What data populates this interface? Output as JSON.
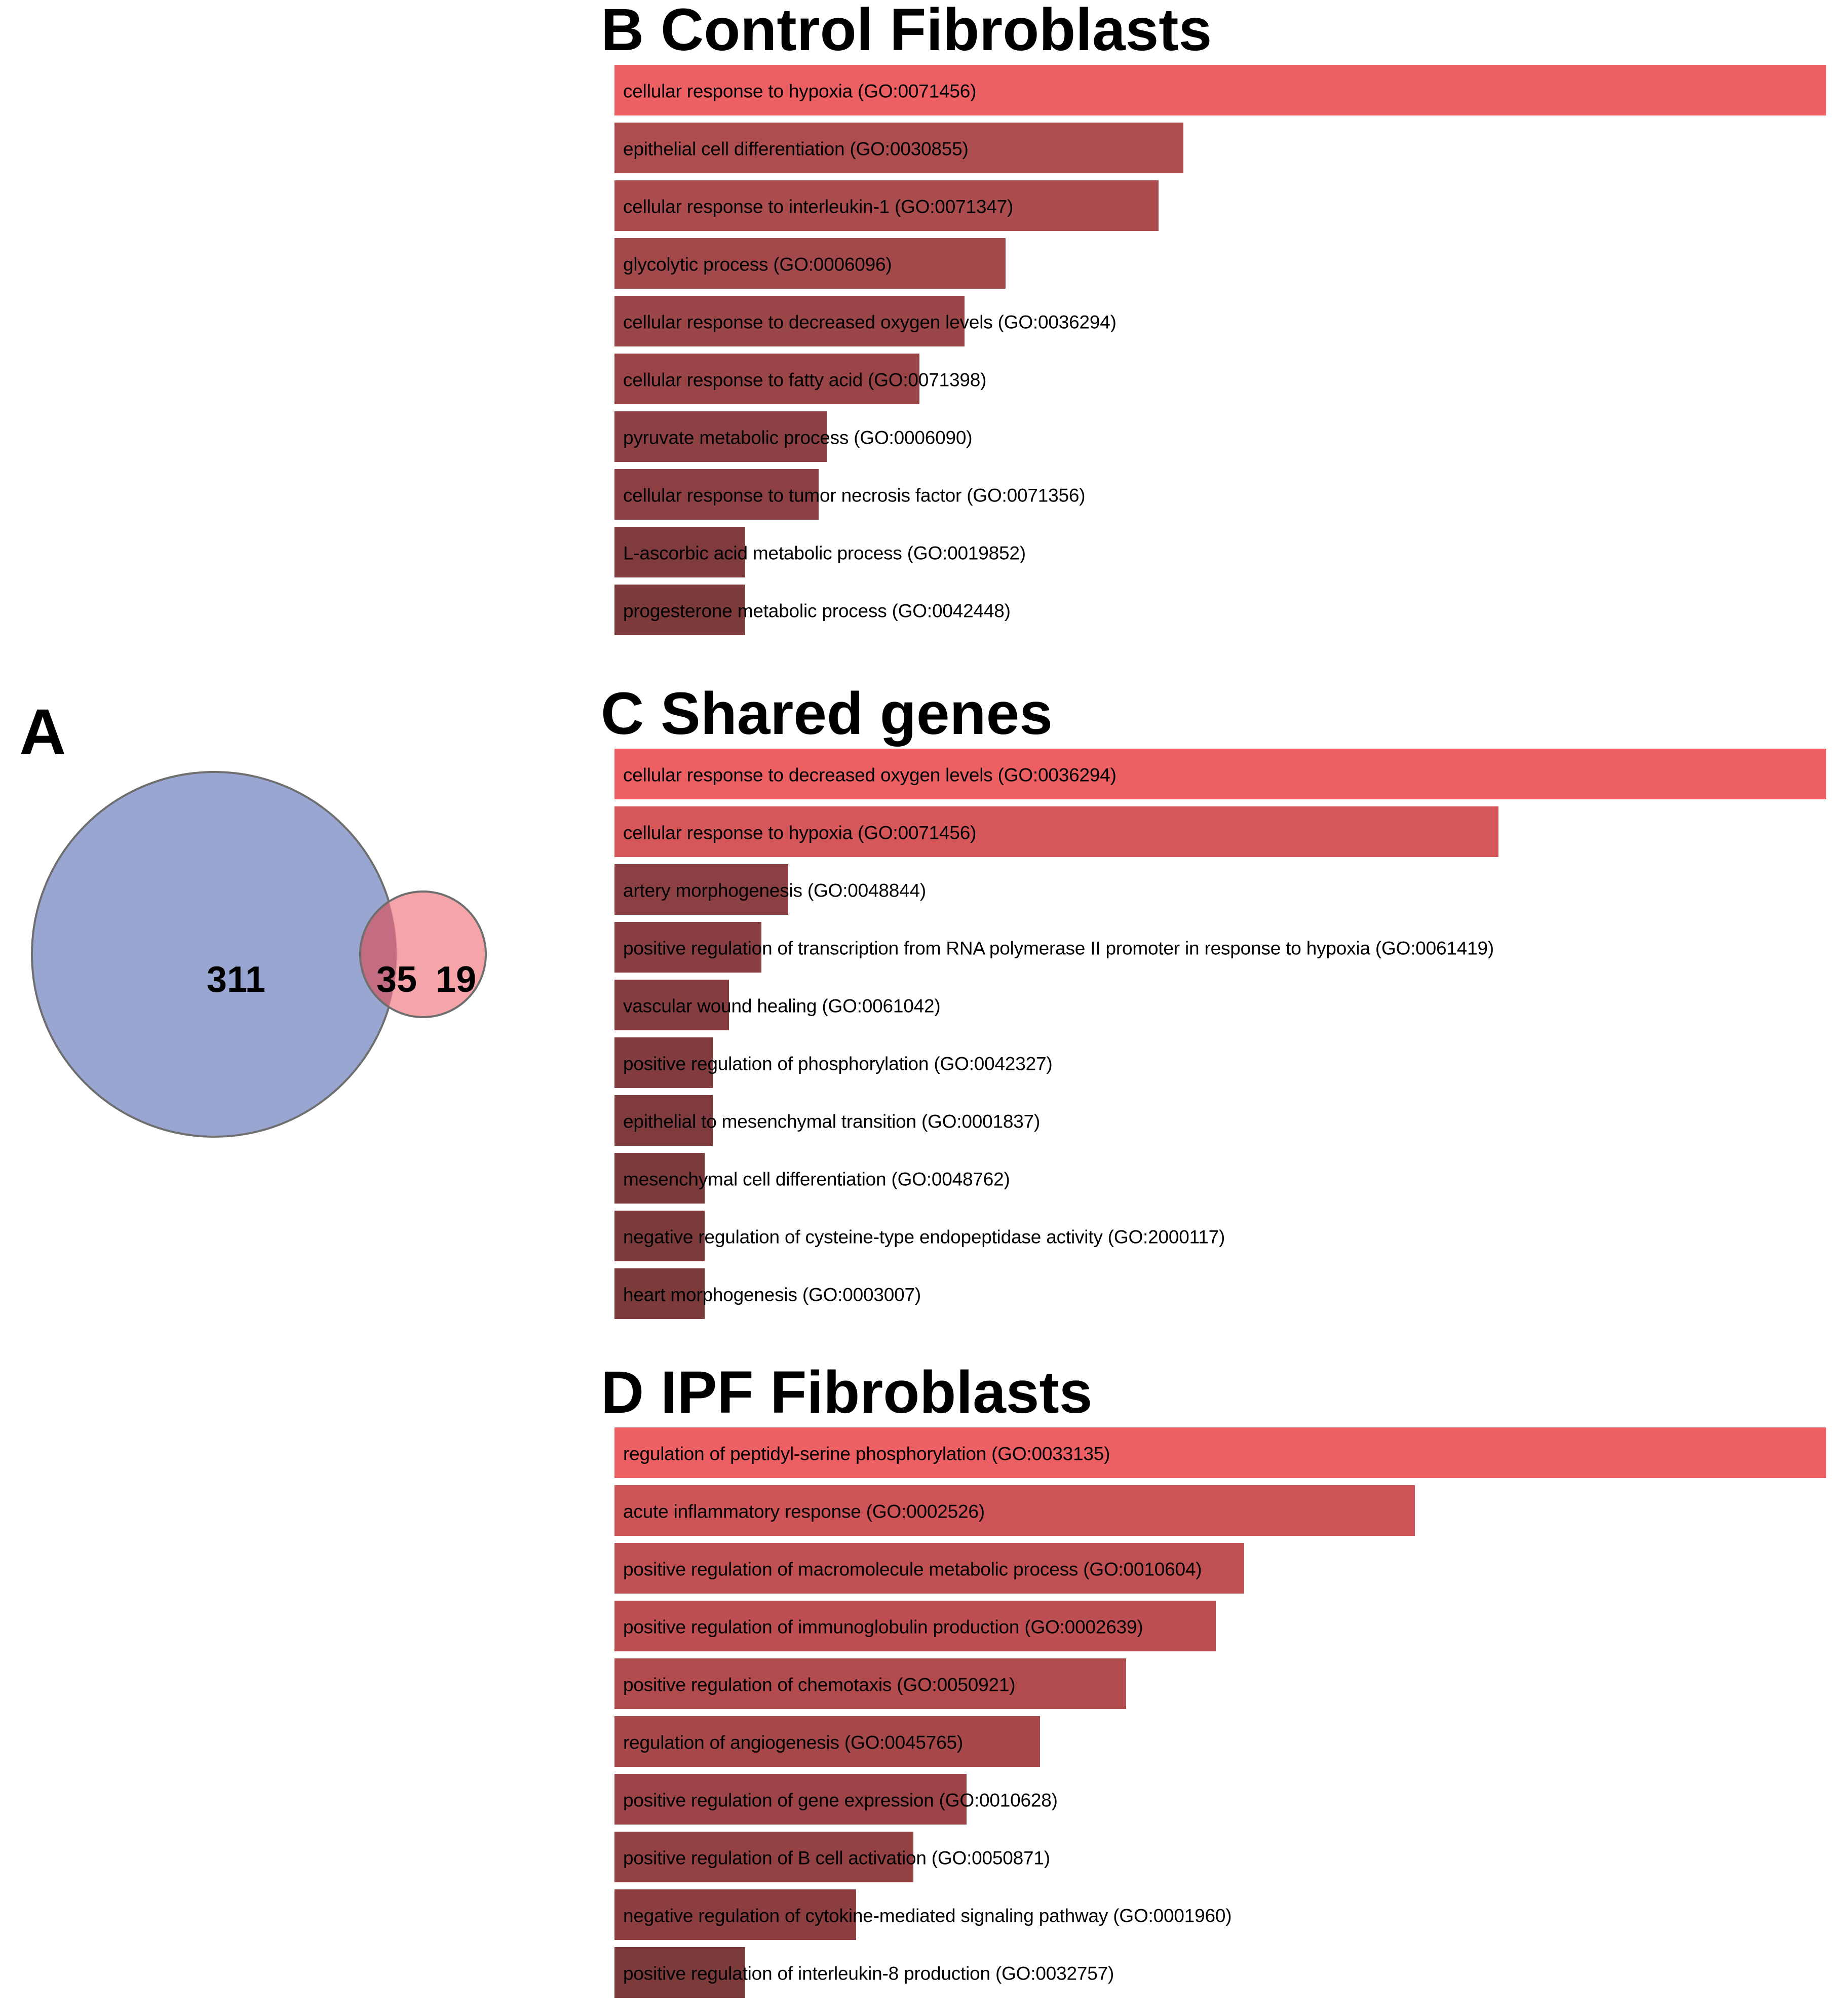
{
  "panels": {
    "a": {
      "letter": "A",
      "venn": {
        "left_only": "311",
        "intersection": "35",
        "right_only": "19",
        "left_color": "#9aa6d2",
        "right_color": "#f4a0a4",
        "overlap_color": "#c0697f",
        "outline_color": "#6e6e6e"
      }
    },
    "b": {
      "letter": "B",
      "title": "Control Fibroblasts"
    },
    "c": {
      "letter": "C",
      "title": "Shared genes"
    },
    "d": {
      "letter": "D",
      "title": "IPF Fibroblasts"
    }
  },
  "colors": {
    "bar_top": "#ec6063",
    "bar_second": "#d6575a",
    "bar_mid": "#b35356",
    "bar_dark": "#9c4749",
    "bar_darkest": "#7d3a3a",
    "text": "#000000",
    "background": "#ffffff"
  },
  "chart_data": [
    {
      "type": "bar",
      "title": "Control Fibroblasts",
      "panel": "B",
      "orientation": "horizontal",
      "xlabel": "",
      "ylabel": "",
      "grid": false,
      "legend": "none",
      "value_unit": "bar length (px, relative enrichment score)",
      "xlim": [
        0,
        2392
      ],
      "categories": [
        "cellular response to hypoxia (GO:0071456)",
        "epithelial cell differentiation (GO:0030855)",
        "cellular response to interleukin-1 (GO:0071347)",
        "glycolytic process (GO:0006096)",
        "cellular response to decreased oxygen levels (GO:0036294)",
        "cellular response to fatty acid (GO:0071398)",
        "pyruvate metabolic process (GO:0006090)",
        "cellular response to tumor necrosis factor (GO:0071356)",
        "L-ascorbic acid metabolic process (GO:0019852)",
        "progesterone metabolic process (GO:0042448)"
      ],
      "values": [
        2392,
        1123,
        1074,
        772,
        691,
        602,
        419,
        403,
        258,
        258
      ],
      "bar_colors": [
        "#ec6063",
        "#ae4d50",
        "#ab4c4f",
        "#a3494c",
        "#9b4649",
        "#994548",
        "#8e4144",
        "#8c4043",
        "#7f3b3e",
        "#7d3a3a"
      ]
    },
    {
      "type": "bar",
      "title": "Shared genes",
      "panel": "C",
      "orientation": "horizontal",
      "xlabel": "",
      "ylabel": "",
      "grid": false,
      "legend": "none",
      "value_unit": "bar length (px, relative enrichment score)",
      "xlim": [
        0,
        2392
      ],
      "categories": [
        "cellular response to decreased oxygen levels (GO:0036294)",
        "cellular response to hypoxia (GO:0071456)",
        "artery morphogenesis (GO:0048844)",
        "positive regulation of transcription from RNA polymerase II promoter in response to hypoxia (GO:0061419)",
        "vascular wound healing (GO:0061042)",
        "positive regulation of phosphorylation (GO:0042327)",
        "epithelial to mesenchymal transition (GO:0001837)",
        "mesenchymal cell differentiation (GO:0048762)",
        "negative regulation of cysteine-type endopeptidase activity (GO:2000117)",
        "heart morphogenesis (GO:0003007)"
      ],
      "values": [
        2392,
        1745,
        343,
        290,
        226,
        194,
        194,
        178,
        178,
        178
      ],
      "bar_colors": [
        "#ec6063",
        "#d6575a",
        "#8c4043",
        "#893f42",
        "#853d40",
        "#823c3f",
        "#7f3b3e",
        "#7d3a3a",
        "#7d3a3a",
        "#7d3a3a"
      ]
    },
    {
      "type": "bar",
      "title": "IPF Fibroblasts",
      "panel": "D",
      "orientation": "horizontal",
      "xlabel": "",
      "ylabel": "",
      "grid": false,
      "legend": "none",
      "value_unit": "bar length (px, relative enrichment score)",
      "xlim": [
        0,
        2392
      ],
      "categories": [
        "regulation of peptidyl-serine phosphorylation (GO:0033135)",
        "acute inflammatory response (GO:0002526)",
        "positive regulation of macromolecule metabolic process (GO:0010604)",
        "positive regulation of immunoglobulin production (GO:0002639)",
        "positive regulation of chemotaxis (GO:0050921)",
        "regulation of angiogenesis (GO:0045765)",
        "positive regulation of gene expression (GO:0010628)",
        "positive regulation of B cell activation (GO:0050871)",
        "negative regulation of cytokine-mediated signaling pathway (GO:0001960)",
        "positive regulation of interleukin-8 production (GO:0032757)"
      ],
      "values": [
        2392,
        1580,
        1243,
        1187,
        1010,
        840,
        695,
        590,
        477,
        258
      ],
      "bar_colors": [
        "#ec6063",
        "#cf5457",
        "#c15052",
        "#bd4e51",
        "#b14b4e",
        "#a6474a",
        "#9c4447",
        "#944144",
        "#8c3e41",
        "#7d3a3a"
      ]
    }
  ]
}
